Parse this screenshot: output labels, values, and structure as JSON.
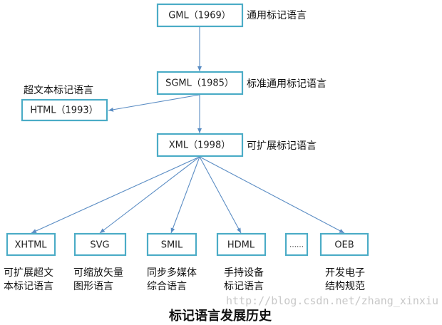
{
  "nodes": {
    "gml": {
      "label": "GML（1969）",
      "desc": "通用标记语言"
    },
    "sgml": {
      "label": "SGML（1985）",
      "desc": "标准通用标记语言"
    },
    "html": {
      "label": "HTML（1993）",
      "desc": "超文本标记语言"
    },
    "xml": {
      "label": "XML（1998）",
      "desc": "可扩展标记语言"
    },
    "xhtml": {
      "label": "XHTML",
      "desc": [
        "可扩展超文",
        "本标记语言"
      ]
    },
    "svg": {
      "label": "SVG",
      "desc": [
        "可缩放矢量",
        "图形语言"
      ]
    },
    "smil": {
      "label": "SMIL",
      "desc": [
        "同步多媒体",
        "综合语言"
      ]
    },
    "hdml": {
      "label": "HDML",
      "desc": [
        "手持设备",
        "标记语言"
      ]
    },
    "more": {
      "label": "……"
    },
    "oeb": {
      "label": "OEB",
      "desc": [
        "开发电子",
        "结构规范"
      ]
    }
  },
  "title": "标记语言发展历史",
  "watermark": "http://blog.csdn.net/zhang_xinxiu",
  "colors": {
    "box_border": "#4BACC6",
    "arrow": "#5B8DC4"
  }
}
